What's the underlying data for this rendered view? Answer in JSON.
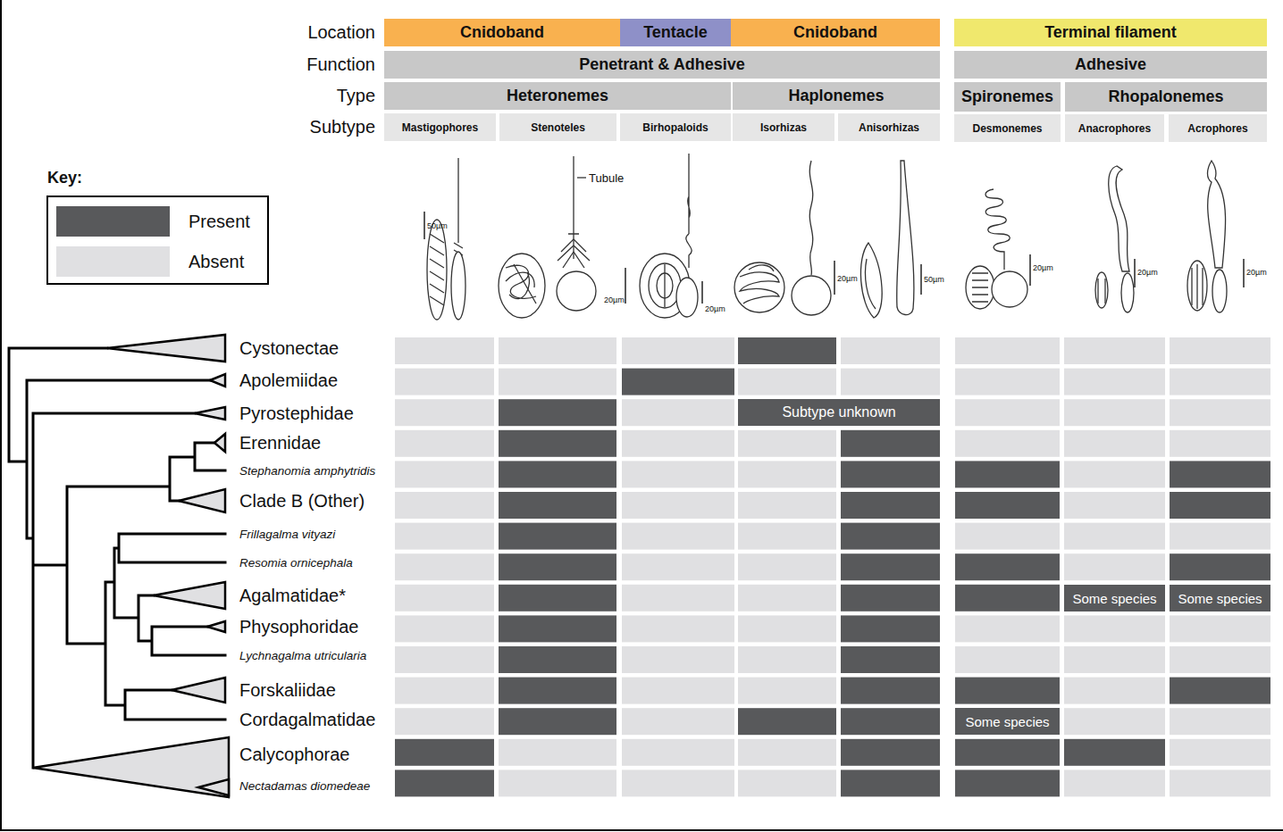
{
  "diagram": {
    "nodes": [
      {
        "text": [
          "Cnidoband"
        ]
      },
      {
        "text": [
          "Tentacle"
        ]
      },
      {
        "text": [
          "Cnidoband"
        ]
      },
      {
        "text": [
          "Terminal filament"
        ]
      },
      {
        "text": [
          "Penetrant & Adhesive"
        ]
      },
      {
        "text": [
          "Adhesive"
        ]
      },
      {
        "text": [
          "Heteronemes"
        ]
      },
      {
        "text": [
          "Haplonemes"
        ]
      },
      {
        "text": [
          "Spironemes"
        ]
      },
      {
        "text": [
          "Rhopalonemes"
        ]
      },
      {
        "text": [
          "Mastigophores"
        ]
      },
      {
        "text": [
          "Stenoteles"
        ]
      },
      {
        "text": [
          "Birhopaloids"
        ]
      },
      {
        "text": [
          "Isorhizas"
        ]
      },
      {
        "text": [
          "Anisorhizas"
        ]
      },
      {
        "text": [
          "Desmonemes"
        ]
      },
      {
        "text": [
          "Anacrophores"
        ]
      },
      {
        "text": [
          "Acrophores"
        ]
      },
      {
        "text": [
          "Subtype unknown"
        ]
      },
      {
        "text": [
          "Some species"
        ]
      },
      {
        "text": [
          "Some species"
        ]
      },
      {
        "text": [
          "Some species"
        ]
      }
    ],
    "labels": [
      "Location",
      "Function",
      "Type",
      "Subtype",
      "Key:",
      "50µm",
      "Tubule",
      "20µm",
      "20µm",
      "20µm",
      "50µm",
      "20µm",
      "20µm",
      "20µm",
      "Cystonectae",
      "Apolemiidae",
      "Pyrostephidae",
      "Erennidae",
      "Stephanomia amphytridis",
      "Clade B (Other)",
      "Frillagalma vityazi",
      "Resomia ornicephala",
      "Agalmatidae*",
      "Physophoridae",
      "Lychnagalma utricularia",
      "Forskaliidae",
      "Cordagalmatidae",
      "Calycophorae",
      "Nectadamas diomedeae"
    ],
    "legend": [
      {
        "text": "Present",
        "color": "#58595b"
      },
      {
        "text": "Absent",
        "color": "#e0e0e2"
      }
    ]
  }
}
